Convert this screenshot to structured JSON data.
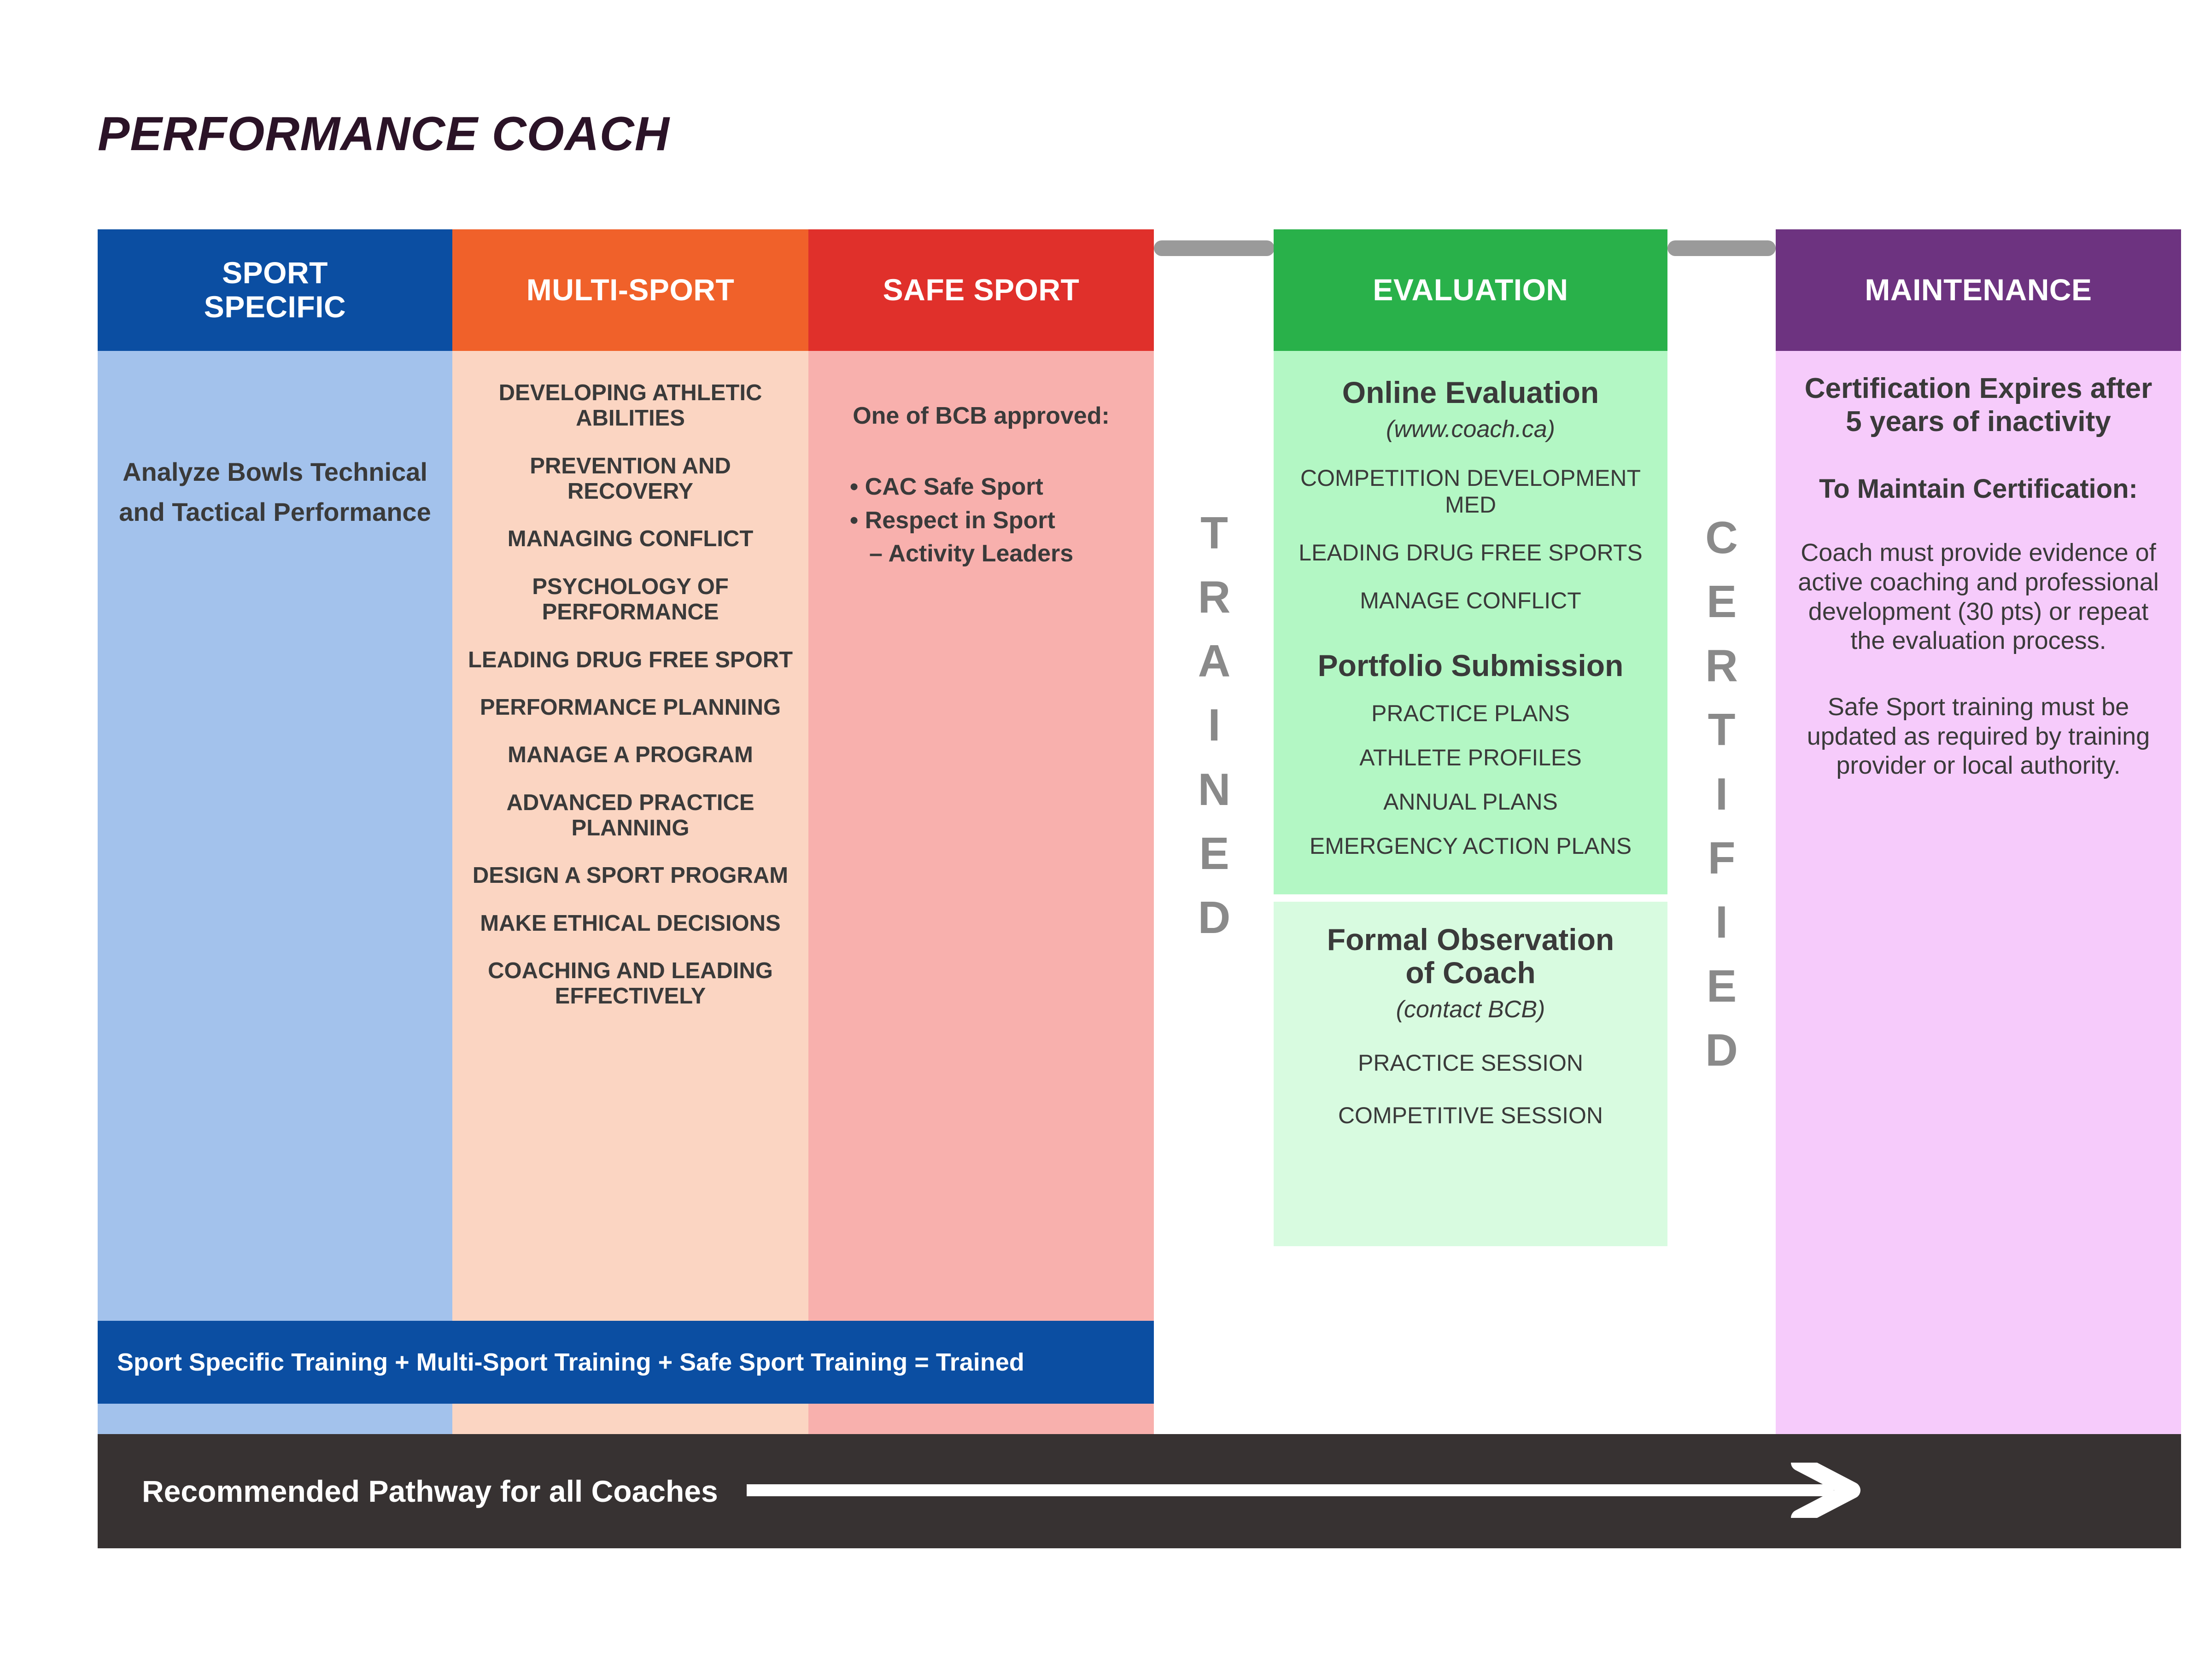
{
  "page_title": "PERFORMANCE COACH",
  "colors": {
    "sport_specific_header": "#0B4EA2",
    "sport_specific_body": "#A3C2EC",
    "multi_sport_header": "#F0612A",
    "multi_sport_body": "#FBD5C2",
    "safe_sport_header": "#E0302B",
    "safe_sport_body": "#F8B0AD",
    "evaluation_header": "#29B14A",
    "evaluation_body_upper": "#B3F7C4",
    "evaluation_body_lower": "#D8FBE0",
    "maintenance_header": "#6D3380",
    "maintenance_body": "#F6CBFB",
    "equation_bar": "#0B4EA2",
    "pathway_bar": "#373232",
    "gap_label": "#8A8A8A",
    "title_text": "#2B1327",
    "body_text": "#3A3A3A"
  },
  "columns": {
    "sport_specific": {
      "header": "SPORT\nSPECIFIC",
      "header_line1": "SPORT",
      "header_line2": "SPECIFIC",
      "body_text": "Analyze Bowls Technical and Tactical Performance"
    },
    "multi_sport": {
      "header": "MULTI-SPORT",
      "items": [
        "DEVELOPING ATHLETIC ABILITIES",
        "PREVENTION AND RECOVERY",
        "MANAGING CONFLICT",
        "PSYCHOLOGY OF PERFORMANCE",
        "LEADING DRUG FREE SPORT",
        "PERFORMANCE PLANNING",
        "MANAGE A PROGRAM",
        "ADVANCED PRACTICE PLANNING",
        "DESIGN A SPORT PROGRAM",
        "MAKE ETHICAL DECISIONS",
        "COACHING AND LEADING EFFECTIVELY"
      ]
    },
    "safe_sport": {
      "header": "SAFE SPORT",
      "lead": "One of  BCB approved:",
      "bullets": [
        "• CAC Safe Sport",
        "• Respect in Sport"
      ],
      "sub_item": "– Activity Leaders"
    },
    "trained_gap": {
      "label": "TRAINED",
      "letters": [
        "T",
        "R",
        "A",
        "I",
        "N",
        "E",
        "D"
      ]
    },
    "evaluation": {
      "header": "EVALUATION",
      "upper": {
        "heading": "Online Evaluation",
        "subheading": "(www.coach.ca)",
        "items": [
          "COMPETITION DEVELOPMENT MED",
          "LEADING DRUG FREE SPORTS",
          "MANAGE CONFLICT"
        ],
        "heading2": "Portfolio Submission",
        "items2": [
          "PRACTICE PLANS",
          "ATHLETE PROFILES",
          "ANNUAL PLANS",
          "EMERGENCY ACTION PLANS"
        ]
      },
      "lower": {
        "heading": "Formal Observation of Coach",
        "heading_line1": "Formal Observation",
        "heading_line2": "of Coach",
        "subheading": "(contact BCB)",
        "items": [
          "PRACTICE SESSION",
          "COMPETITIVE SESSION"
        ]
      }
    },
    "certified_gap": {
      "label": "CERTIFIED",
      "letters": [
        "C",
        "E",
        "R",
        "T",
        "I",
        "F",
        "I",
        "E",
        "D"
      ]
    },
    "maintenance": {
      "header": "MAINTENANCE",
      "heading": "Certification Expires after 5 years of inactivity",
      "subheading": "To Maintain Certification:",
      "paragraph1": "Coach must provide evidence of active coaching and professional development (30 pts) or repeat the evaluation process.",
      "paragraph2": "Safe Sport training must be updated as required by training provider or local authority."
    }
  },
  "equation_bar": {
    "text": "Sport Specific Training + Multi-Sport Training + Safe Sport Training = Trained"
  },
  "pathway_bar": {
    "text": "Recommended Pathway for all Coaches",
    "arrow_icon": "arrow-right-icon"
  }
}
